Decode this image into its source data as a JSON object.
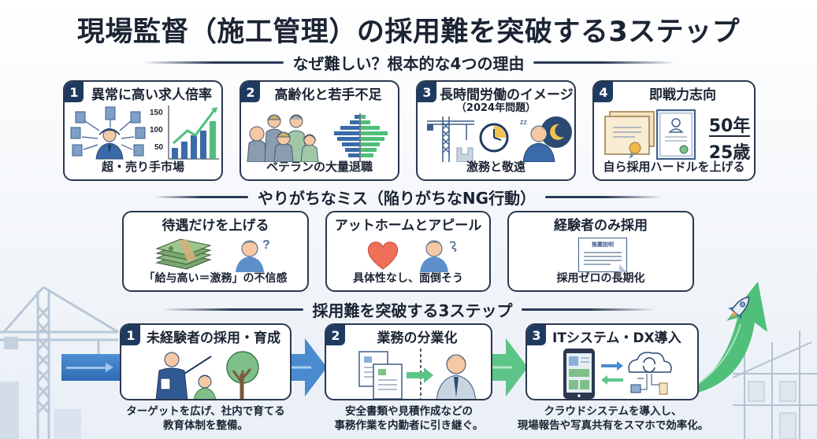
{
  "title": "現場監督（施工管理）の採用難を突破する3ステップ",
  "sections": {
    "reasons_heading": "なぜ難しい？根本的な4つの理由",
    "mistakes_heading": "やりがちなミス（陥りがちなNG行動）",
    "steps_heading": "採用難を突破する3ステップ"
  },
  "reasons": [
    {
      "number": "1",
      "title": "異常に高い求人倍率",
      "caption": "超・売り手市場",
      "chart_ticks": [
        "150",
        "100",
        "50"
      ],
      "icon": "buildings-around-candidate-and-rising-bar-chart"
    },
    {
      "number": "2",
      "title": "高齢化と若手不足",
      "caption": "ベテランの大量退職",
      "icon": "aging-workers-and-population-pyramid"
    },
    {
      "number": "3",
      "title": "長時間労働のイメージ",
      "subtitle": "（2024年問題）",
      "caption": "激務と敬遠",
      "icon": "crane-clock-tired-worker"
    },
    {
      "number": "4",
      "title": "即戦力志向",
      "caption": "自ら採用ハードルを上げる",
      "stat_years": "50年",
      "stat_age": "25歳",
      "icon": "certificates"
    }
  ],
  "mistakes": [
    {
      "title": "待遇だけを上げる",
      "caption": "「給与高い＝激務」の不信感",
      "icon": "money-stack-and-confused-person"
    },
    {
      "title": "アットホームとアピール",
      "caption": "具体性なし、面倒そう",
      "icon": "heart-and-annoyed-person"
    },
    {
      "title": "経験者のみ採用",
      "caption": "採用ゼロの長期化",
      "document_label": "推薦説明",
      "icon": "job-description-document"
    }
  ],
  "steps": [
    {
      "number": "1",
      "title": "未経験者の採用・育成",
      "description_line1": "ターゲットを広げ、社内で育てる",
      "description_line2": "教育体制を整備。",
      "icon": "teacher-student-tree"
    },
    {
      "number": "2",
      "title": "業務の分業化",
      "description_line1": "安全書類や見積作成などの",
      "description_line2": "事務作業を内勤者に引き継ぐ。",
      "icon": "documents-handoff-to-office-worker"
    },
    {
      "number": "3",
      "title": "ITシステム・DX導入",
      "description_line1": "クラウドシステムを導入し、",
      "description_line2": "現場報告や写真共有をスマホで効率化。",
      "icon": "tablet-cloud-sync"
    }
  ],
  "colors": {
    "navy": "#1f3a5f",
    "text": "#1b2433",
    "blue": "#3a78c2",
    "green": "#4fbf7a",
    "heart": "#f0705a",
    "skin": "#f6c9a4"
  }
}
